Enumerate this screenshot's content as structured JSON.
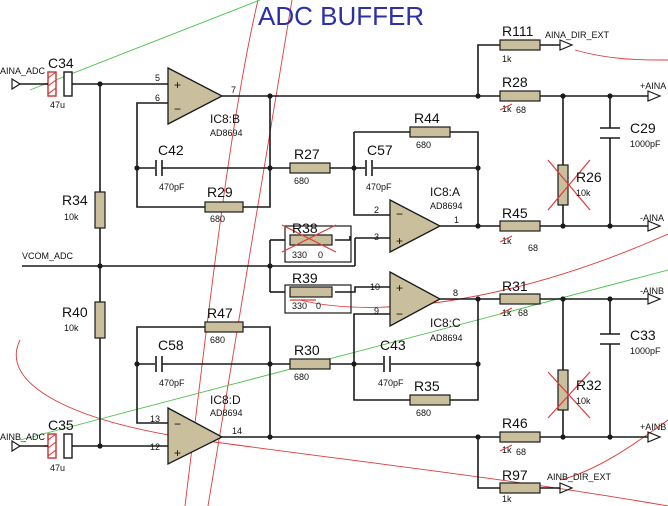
{
  "title": "ADC BUFFER",
  "nets": {
    "aina_adc": "AINA_ADC",
    "vcom_adc": "VCOM_ADC",
    "ainb_adc": "AINB_ADC",
    "aina_dir_ext": "AINA_DIR_EXT",
    "ainb_dir_ext": "AINB_DIR_EXT",
    "aina_pos": "+AINA",
    "aina_neg": "-AINA",
    "ainb_neg": "-AINB",
    "ainb_pos": "+AINB"
  },
  "ics": {
    "ic8b": {
      "ref": "IC8:B",
      "part": "AD8694",
      "pins": [
        "5",
        "6",
        "7"
      ]
    },
    "ic8a": {
      "ref": "IC8:A",
      "part": "AD8694",
      "pins": [
        "2",
        "3",
        "1"
      ]
    },
    "ic8c": {
      "ref": "IC8:C",
      "part": "AD8694",
      "pins": [
        "10",
        "9",
        "8"
      ]
    },
    "ic8d": {
      "ref": "IC8:D",
      "part": "AD8694",
      "pins": [
        "13",
        "12",
        "14"
      ]
    }
  },
  "parts": {
    "c34": {
      "ref": "C34",
      "value": "47u"
    },
    "c35": {
      "ref": "C35",
      "value": "47u"
    },
    "r34": {
      "ref": "R34",
      "value": "10k"
    },
    "r40": {
      "ref": "R40",
      "value": "10k"
    },
    "c42": {
      "ref": "C42",
      "value": "470pF"
    },
    "r29": {
      "ref": "R29",
      "value": "680"
    },
    "r27": {
      "ref": "R27",
      "value": "680"
    },
    "c57": {
      "ref": "C57",
      "value": "470pF"
    },
    "r44": {
      "ref": "R44",
      "value": "680"
    },
    "r38": {
      "ref": "R38",
      "value": "330",
      "alt": "0"
    },
    "r39": {
      "ref": "R39",
      "value": "330",
      "alt": "0"
    },
    "r47": {
      "ref": "R47",
      "value": "680"
    },
    "c58": {
      "ref": "C58",
      "value": "470pF"
    },
    "r30": {
      "ref": "R30",
      "value": "680"
    },
    "c43": {
      "ref": "C43",
      "value": "470pF"
    },
    "r35": {
      "ref": "R35",
      "value": "680"
    },
    "r111": {
      "ref": "R111",
      "value": "1k"
    },
    "r28": {
      "ref": "R28",
      "value": "1k",
      "alt": "68"
    },
    "r45": {
      "ref": "R45",
      "value": "1k",
      "alt": "68"
    },
    "r31": {
      "ref": "R31",
      "value": "1k",
      "alt": "68"
    },
    "r46": {
      "ref": "R46",
      "value": "1k",
      "alt": "68"
    },
    "r97": {
      "ref": "R97",
      "value": "1k"
    },
    "r26": {
      "ref": "R26",
      "value": "10k"
    },
    "r32": {
      "ref": "R32",
      "value": "10k"
    },
    "c29": {
      "ref": "C29",
      "value": "1000pF"
    },
    "c33": {
      "ref": "C33",
      "value": "1000pF"
    }
  }
}
